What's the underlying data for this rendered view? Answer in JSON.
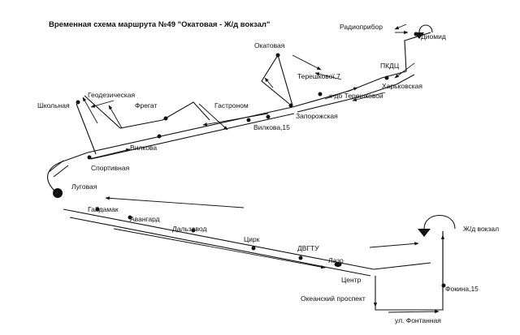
{
  "title": "Временная схема маршрута №49 \"Окатовая - Ж/д вокзал\"",
  "colors": {
    "ink": "#111111",
    "background": "#ffffff"
  },
  "stops": {
    "radiopribor": "Радиоприбор",
    "diomid": "Диомид",
    "okatovaya": "Окатовая",
    "pkdts": "ПКДЦ",
    "tereshkovoy7": "Терешкової,7",
    "kharkovskaya": "Харьковская",
    "ktr_tereshkovoy": "к-до Терешковой",
    "zaporozhskaya": "Запорожская",
    "gastronom": "Гастроном",
    "vilkova15": "Вилкова,15",
    "geodezicheskaya": "Геодезическая",
    "shkolnaya": "Школьная",
    "fregat": "Фрегат",
    "vilkova": "Вилкова",
    "sportivnaya": "Спортивная",
    "lugovaya": "Луговая",
    "gaydamak": "Гайдамак",
    "avangard": "Авангард",
    "dalzavod": "Дальзавод",
    "tsirk": "Цирк",
    "dvgtu": "ДВГТУ",
    "lazo": "Лазо",
    "tsentr": "Центр",
    "okeanskiy": "Океанский проспект",
    "fokina15": "Фокина,15",
    "zhd_vokzal": "Ж/д вокзал",
    "fontannaya": "ул. Фонтанная"
  }
}
